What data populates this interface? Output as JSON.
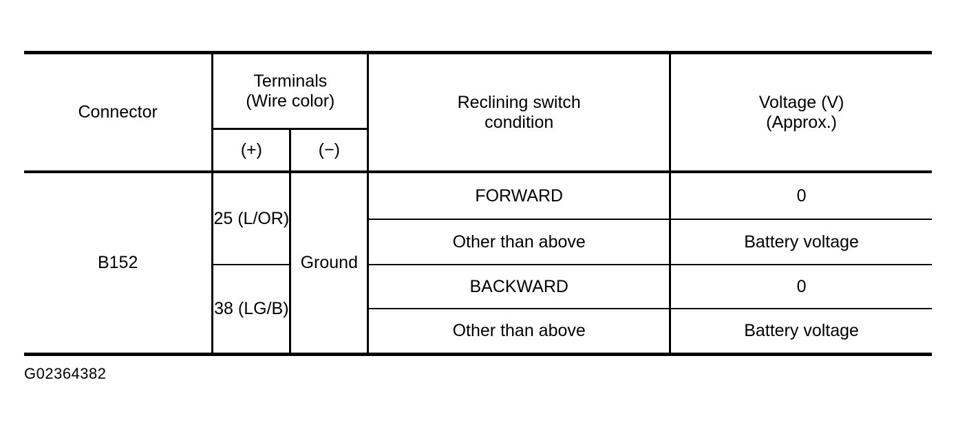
{
  "table": {
    "headers": {
      "connector": "Connector",
      "terminals": "Terminals",
      "terminals_sub": "(Wire color)",
      "positive": "(+)",
      "negative": "(−)",
      "condition_line1": "Reclining switch",
      "condition_line2": "condition",
      "voltage_line1": "Voltage (V)",
      "voltage_line2": "(Approx.)"
    },
    "body": {
      "connector": "B152",
      "negative_terminal": "Ground",
      "groups": [
        {
          "terminal": "25 (L/OR)",
          "rows": [
            {
              "condition": "FORWARD",
              "voltage": "0"
            },
            {
              "condition": "Other than above",
              "voltage": "Battery voltage"
            }
          ]
        },
        {
          "terminal": "38 (LG/B)",
          "rows": [
            {
              "condition": "BACKWARD",
              "voltage": "0"
            },
            {
              "condition": "Other than above",
              "voltage": "Battery voltage"
            }
          ]
        }
      ]
    }
  },
  "caption": "G02364382",
  "colors": {
    "background": "#ffffff",
    "text": "#000000",
    "rule": "#000000"
  }
}
